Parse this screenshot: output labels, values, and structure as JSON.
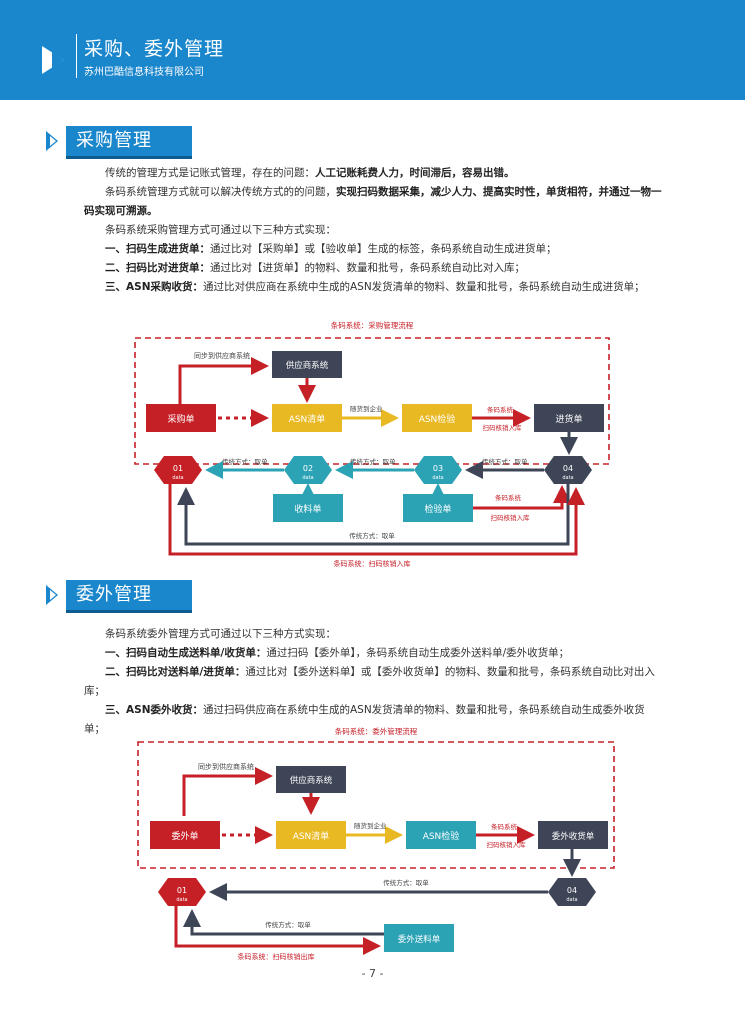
{
  "header": {
    "title": "采购、委外管理",
    "company": "苏州巴酷信息科技有限公司"
  },
  "section1": {
    "heading": "采购管理",
    "p1_normal": "传统的管理方式是记账式管理，存在的问题：",
    "p1_bold": "人工记账耗费人力，时间滞后，容易出错。",
    "p2_normal": "条码系统管理方式就可以解决传统方式的的问题，",
    "p2_bold": "实现扫码数据采集，减少人力、提高实时性，单货相符，并通过一物一码实现可溯源。",
    "p3": "条码系统采购管理方式可通过以下三种方式实现：",
    "m1_bold": "一、扫码生成进货单：",
    "m1_text": "通过比对【采购单】或【验收单】生成的标签，条码系统自动生成进货单；",
    "m2_bold": "二、扫码比对进货单：",
    "m2_text": "通过比对【进货单】的物料、数量和批号，条码系统自动比对入库；",
    "m3_bold": "三、ASN采购收货：",
    "m3_text": "通过比对供应商在系统中生成的ASN发货清单的物料、数量和批号，条码系统自动生成进货单；"
  },
  "diagram1": {
    "dash_label": "条码系统：采购管理流程",
    "sync_label": "同步到供应商系统",
    "supplier": "供应商系统",
    "po": "采购单",
    "asn": "ASN清单",
    "with_goods": "随货到企业",
    "asn_check": "ASN检验",
    "barcode_sys": "条码系统",
    "scan_in": "扫码核销入库",
    "receipt": "进货单",
    "n01": "01",
    "n02": "02",
    "n03": "03",
    "n04": "04",
    "data": "data",
    "trad": "传统方式：取单",
    "recv": "收料单",
    "inspect": "检验单",
    "bottom": "条码系统：扫码核销入库"
  },
  "section2": {
    "heading": "委外管理",
    "p1": "条码系统委外管理方式可通过以下三种方式实现：",
    "m1_bold": "一、扫码自动生成送料单/收货单：",
    "m1_text": "通过扫码【委外单】，条码系统自动生成委外送料单/委外收货单；",
    "m2_bold": "二、扫码比对送料单/进货单：",
    "m2_text": "通过比对【委外送料单】或【委外收货单】的物料、数量和批号，条码系统自动比对出入库；",
    "m3_bold": "三、ASN委外收货：",
    "m3_text": "通过扫码供应商在系统中生成的ASN发货清单的物料、数量和批号，条码系统自动生成委外收货单；"
  },
  "diagram2": {
    "dash_label": "条码系统：委外管理流程",
    "sync_label": "同步到供应商系统",
    "supplier": "供应商系统",
    "outsource": "委外单",
    "asn": "ASN清单",
    "with_goods": "随货到企业",
    "asn_check": "ASN检验",
    "barcode_sys": "条码系统",
    "scan_in": "扫码核销入库",
    "receipt": "委外收货单",
    "n01": "01",
    "n04": "04",
    "data": "data",
    "trad": "传统方式：取单",
    "send": "委外送料单",
    "bottom": "条码系统：扫码核销出库"
  },
  "footer": {
    "page": "- 7 -"
  },
  "colors": {
    "blue": "#1a86cc",
    "red": "#c62027",
    "yellow": "#e8b923",
    "teal": "#2ba3b5",
    "navy": "#3d4556"
  }
}
